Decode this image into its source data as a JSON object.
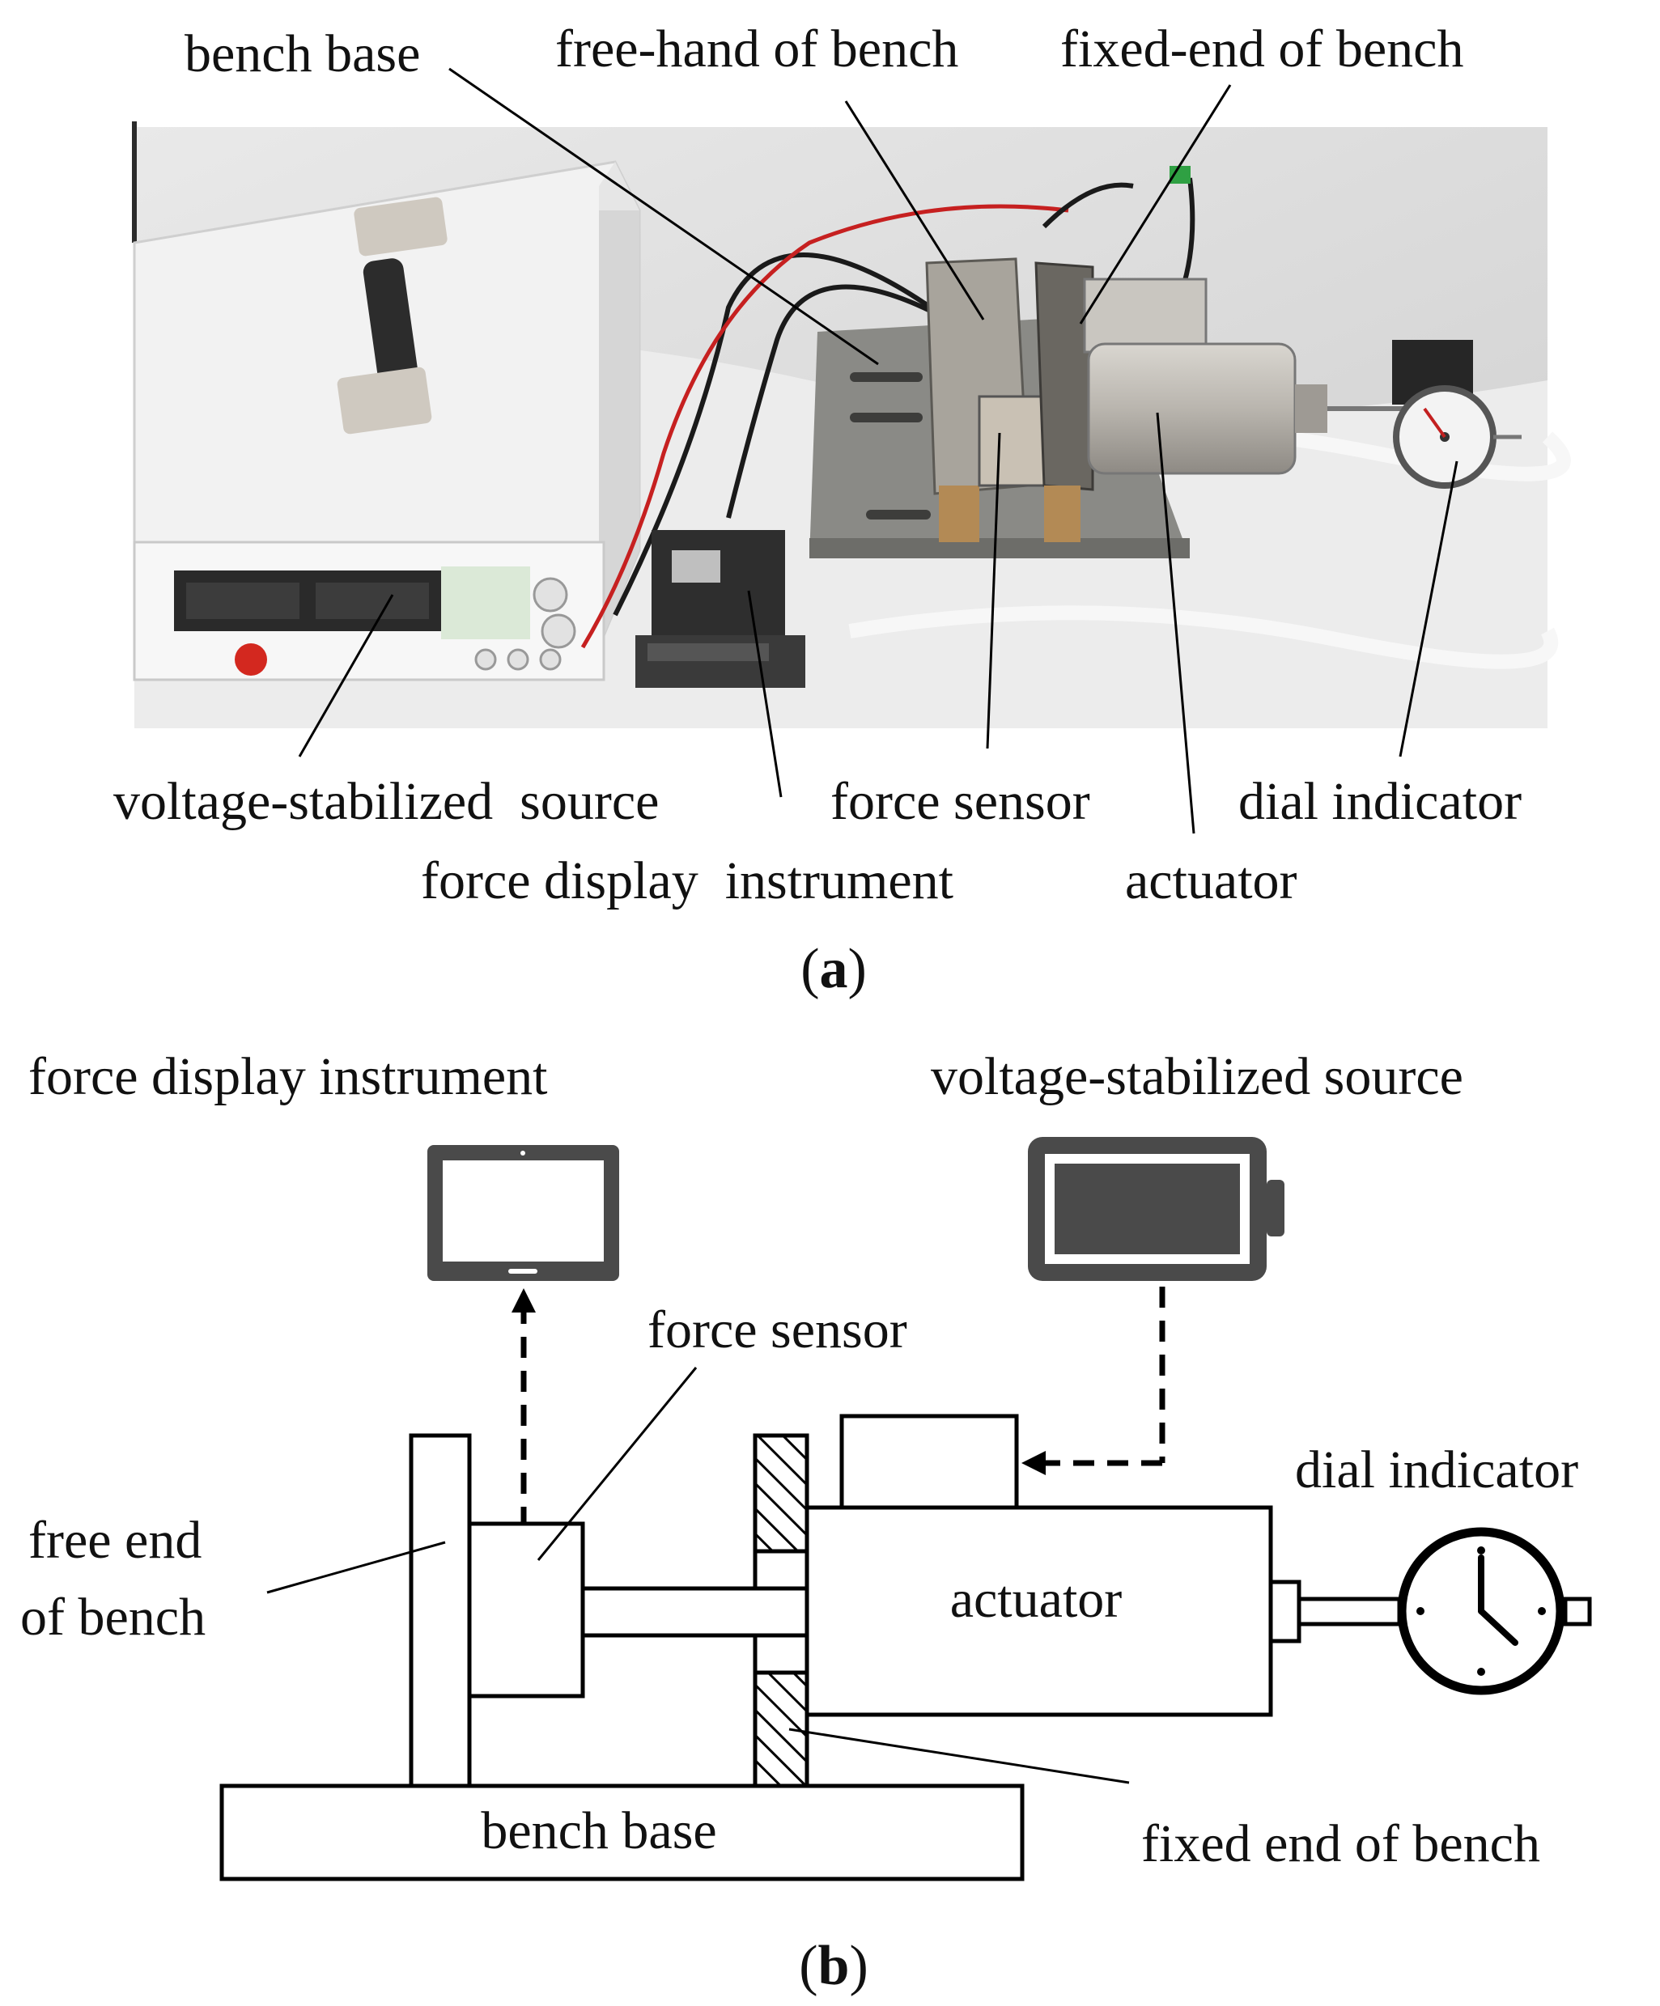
{
  "panel_a": {
    "labels": {
      "bench_base": "bench base",
      "free_hand": "free-hand of bench",
      "fixed_end": "fixed-end of bench",
      "voltage_source": "voltage-stabilized  source",
      "force_sensor": "force sensor",
      "dial_indicator": "dial indicator",
      "force_display": "force display  instrument",
      "actuator": "actuator"
    },
    "caption": {
      "open": "(",
      "letter": "a",
      "close": ")"
    }
  },
  "panel_b": {
    "labels": {
      "force_display": "force display instrument",
      "voltage_source": "voltage-stabilized source",
      "force_sensor": "force sensor",
      "dial_indicator": "dial indicator",
      "free_end_1": "free end",
      "free_end_2": "of bench",
      "actuator": "actuator",
      "bench_base": "bench base",
      "fixed_end": "fixed end of bench"
    },
    "caption": {
      "open": "(",
      "letter": "b",
      "close": ")"
    }
  },
  "colors": {
    "photo_wall": "#dcdcdc",
    "power_supply": "#f4f4f4",
    "bench_plate": "#8a8a86",
    "icon_dark": "#4a4a4a"
  }
}
